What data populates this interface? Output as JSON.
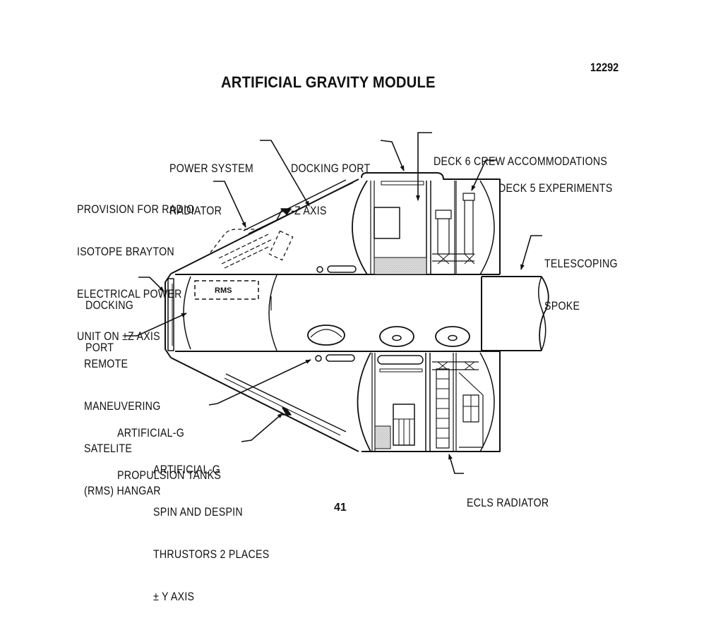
{
  "header": {
    "title": "ARTIFICIAL GRAVITY MODULE",
    "document_number": "12292"
  },
  "footer": {
    "page_number": "41"
  },
  "diagram": {
    "inner_label": "RMS",
    "callouts": [
      {
        "id": "power-system-radiator",
        "lines": [
          "POWER SYSTEM",
          "RADIATOR"
        ]
      },
      {
        "id": "docking-port-z",
        "lines": [
          "DOCKING PORT",
          "-Z AXIS"
        ]
      },
      {
        "id": "deck-6",
        "lines": [
          "DECK 6 CREW ACCOMMODATIONS"
        ]
      },
      {
        "id": "deck-5",
        "lines": [
          "DECK 5 EXPERIMENTS"
        ]
      },
      {
        "id": "radioisotope",
        "lines": [
          "PROVISION FOR RADIO",
          "ISOTOPE BRAYTON",
          "ELECTRICAL POWER",
          "UNIT ON ±Z AXIS"
        ]
      },
      {
        "id": "telescoping-spoke",
        "lines": [
          "TELESCOPING",
          "SPOKE"
        ]
      },
      {
        "id": "docking-port",
        "lines": [
          "DOCKING",
          "PORT"
        ]
      },
      {
        "id": "rms-hangar",
        "lines": [
          "REMOTE",
          "MANEUVERING",
          "SATELITE",
          "(RMS) HANGAR"
        ]
      },
      {
        "id": "propulsion-tanks",
        "lines": [
          "ARTIFICIAL-G",
          "PROPULSION TANKS"
        ]
      },
      {
        "id": "spin-thrustors",
        "lines": [
          "ARTIFICIAL-G",
          "SPIN AND DESPIN",
          "THRUSTORS 2 PLACES",
          "± Y AXIS"
        ]
      },
      {
        "id": "ecls-radiator",
        "lines": [
          "ECLS RADIATOR"
        ]
      }
    ]
  }
}
